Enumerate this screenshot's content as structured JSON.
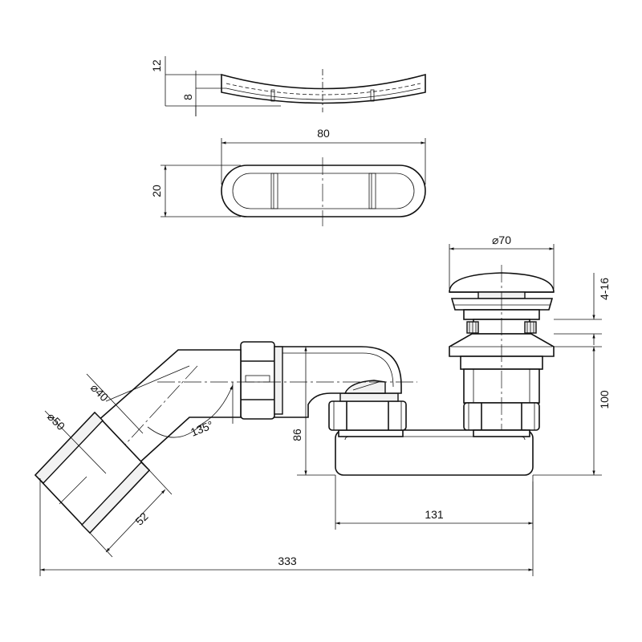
{
  "dimensions": {
    "grate_thickness": "12",
    "grate_insert": "8",
    "grate_length": "80",
    "grate_width": "20",
    "cap_diameter": "⌀70",
    "cap_height": "4-16",
    "outlet_height": "100",
    "trap_height": "86",
    "trap_width": "131",
    "total_length": "333",
    "pipe_diameter_40": "⌀40",
    "pipe_diameter_50": "⌀50",
    "socket_length": "52",
    "elbow_angle": "135°"
  },
  "colors": {
    "line": "#111111",
    "fill": "#ffffff",
    "shade": "#f2f2f2"
  }
}
